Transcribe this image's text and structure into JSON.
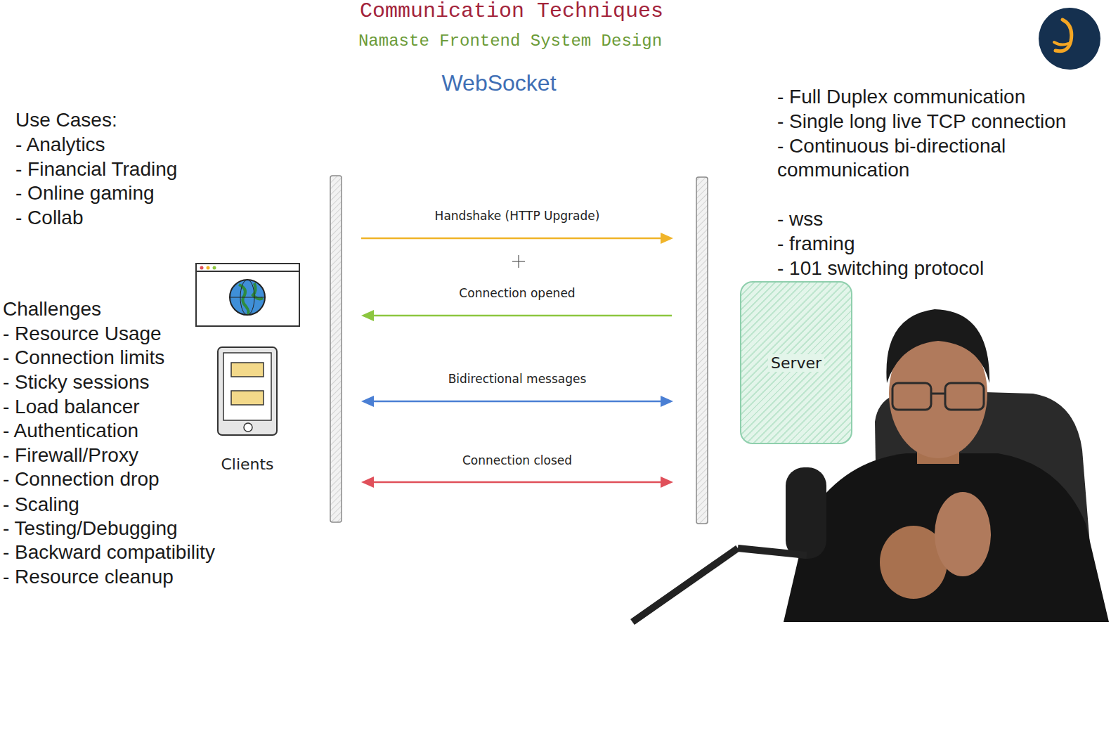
{
  "diagram": {
    "title": "Communication Techniques",
    "nodes": [
      {
        "text": [
          "Server"
        ]
      }
    ],
    "labels": [
      "Namaste Frontend System Design",
      "WebSocket",
      "Use Cases:",
      "- Analytics",
      "- Financial Trading",
      "- Online gaming",
      "- Collab",
      "Challenges",
      "- Resource Usage",
      "- Connection limits",
      "- Sticky sessions",
      "- Load balancer",
      "- Authentication",
      "- Firewall/Proxy",
      "- Connection drop",
      "- Scaling",
      "- Testing/Debugging",
      "- Backward compatibility",
      "- Resource cleanup",
      "- Full Duplex communication",
      "- Single long live TCP connection",
      "- Continuous bi-directional communication",
      "- wss",
      "- framing",
      "- 101 switching protocol",
      "Handshake (HTTP Upgrade)",
      "Connection opened",
      "Bidirectional messages",
      "Connection closed",
      "Clients"
    ]
  }
}
